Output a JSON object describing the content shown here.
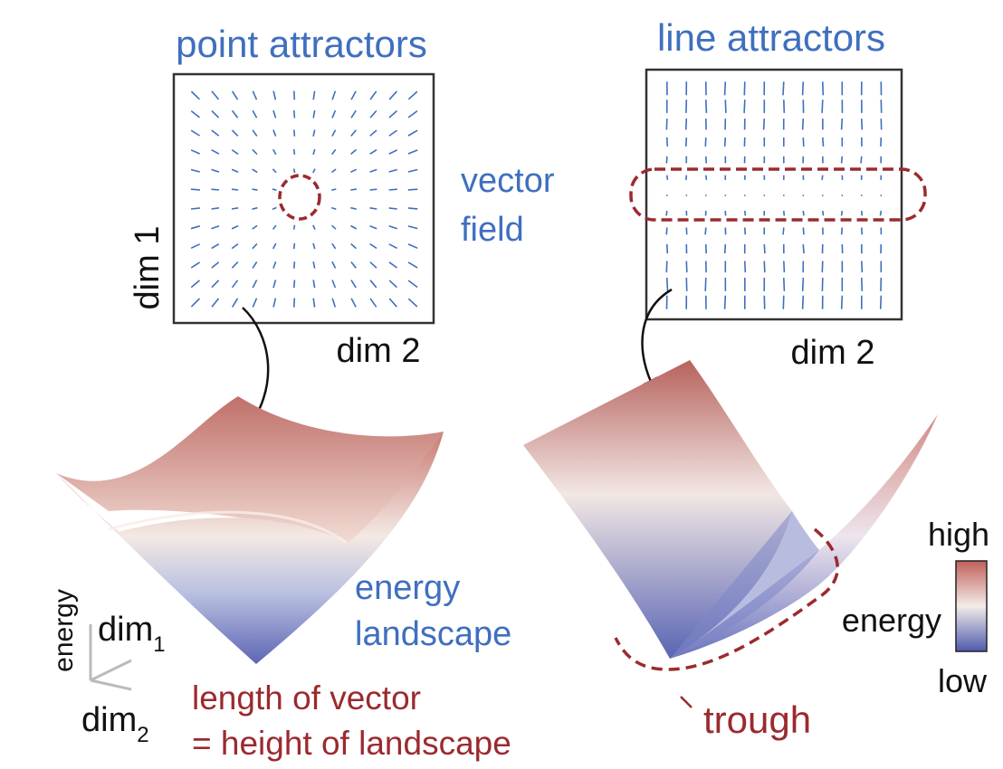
{
  "point_panel": {
    "title": "point attractors",
    "x_axis_label": "dim 2",
    "y_axis_label": "dim 1"
  },
  "line_panel": {
    "title": "line attractors",
    "x_axis_label": "dim 2"
  },
  "annotations": {
    "vector_field_line1": "vector",
    "vector_field_line2": "field",
    "energy_landscape_line1": "energy",
    "energy_landscape_line2": "landscape",
    "length_line1": "length of vector",
    "length_line2": "= height of landscape",
    "trough": "trough"
  },
  "axis_key": {
    "vertical": "energy",
    "dim1_base": "dim",
    "dim1_sub": "1",
    "dim2_base": "dim",
    "dim2_sub": "2"
  },
  "colorbar": {
    "label": "energy",
    "high": "high",
    "low": "low",
    "colors": [
      "#c0605a",
      "#f3ece9",
      "#4e5aad"
    ]
  },
  "colors": {
    "title_blue": "#3f6fbf",
    "annotation_red": "#9b2a2f",
    "arrow_blue": "#3f6fbf"
  }
}
